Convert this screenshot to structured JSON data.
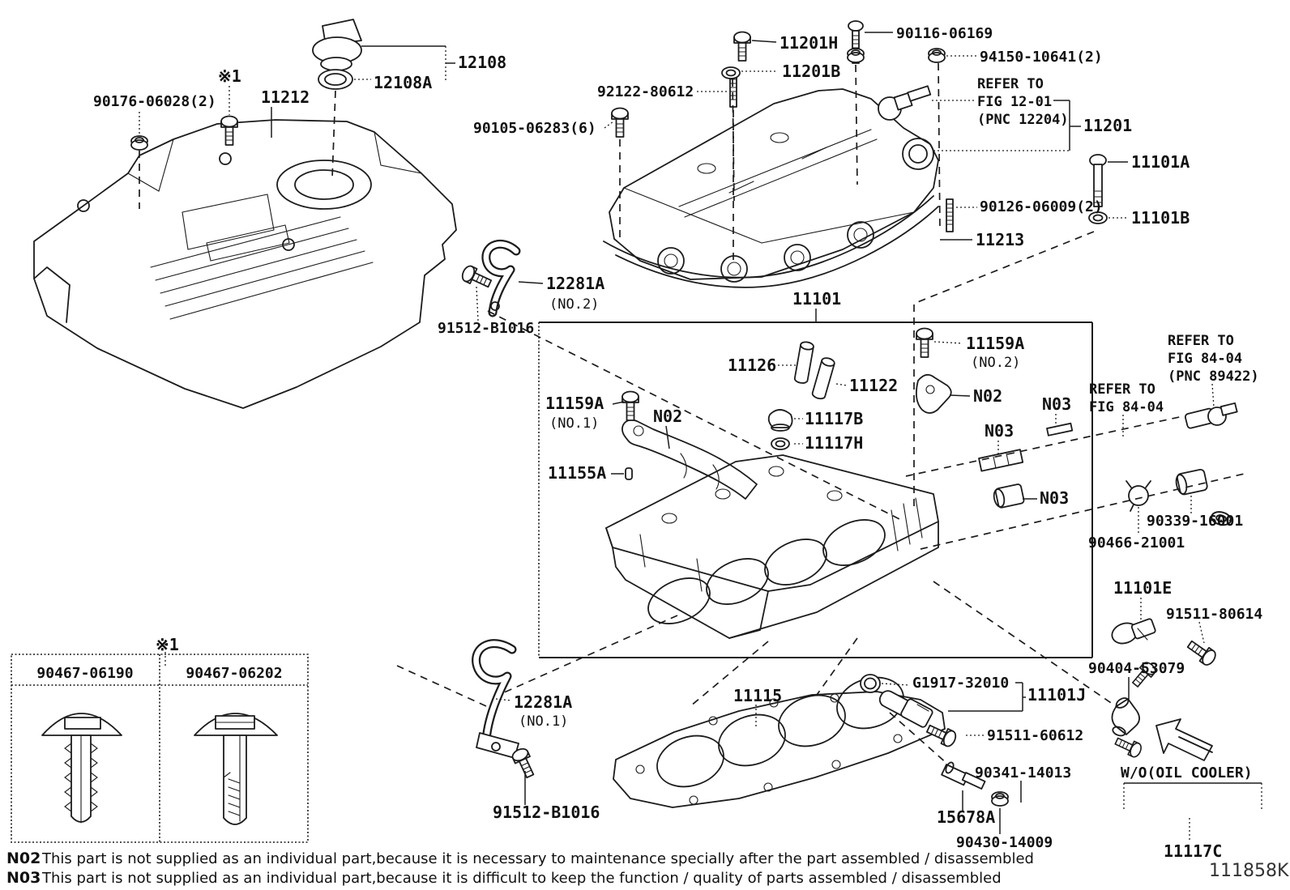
{
  "diagram": {
    "drawing_code": "111858K",
    "callouts": [
      {
        "text": "※1"
      },
      {
        "text": "90176-06028(2)"
      },
      {
        "text": "11212"
      },
      {
        "text": "12108"
      },
      {
        "text": "12108A"
      },
      {
        "text": "92122-80612"
      },
      {
        "text": "90105-06283(6)"
      },
      {
        "text": "11201H"
      },
      {
        "text": "11201B"
      },
      {
        "text": "90116-06169"
      },
      {
        "text": "94150-10641(2)"
      },
      {
        "text": "REFER TO"
      },
      {
        "text": "FIG 12-01"
      },
      {
        "text": "(PNC 12204)"
      },
      {
        "text": "11201"
      },
      {
        "text": "11101A"
      },
      {
        "text": "90126-06009(2)"
      },
      {
        "text": "11101B"
      },
      {
        "text": "11213"
      },
      {
        "text": "12281A"
      },
      {
        "text": "(NO.2)"
      },
      {
        "text": "91512-B1016"
      },
      {
        "text": "11101"
      },
      {
        "text": "11126"
      },
      {
        "text": "11122"
      },
      {
        "text": "11159A"
      },
      {
        "text": "(NO.2)"
      },
      {
        "text": "N02"
      },
      {
        "text": "N03"
      },
      {
        "text": "REFER TO"
      },
      {
        "text": "FIG 84-04"
      },
      {
        "text": "REFER TO"
      },
      {
        "text": "FIG 84-04"
      },
      {
        "text": "(PNC 89422)"
      },
      {
        "text": "11159A"
      },
      {
        "text": "(NO.1)"
      },
      {
        "text": "N02"
      },
      {
        "text": "11117B"
      },
      {
        "text": "11117H"
      },
      {
        "text": "11155A"
      },
      {
        "text": "N03"
      },
      {
        "text": "N03"
      },
      {
        "text": "90339-16001"
      },
      {
        "text": "90466-21001"
      },
      {
        "text": "11101E"
      },
      {
        "text": "91511-80614"
      },
      {
        "text": "90404-53079"
      },
      {
        "text": "G1917-32010"
      },
      {
        "text": "11101J"
      },
      {
        "text": "91511-60612"
      },
      {
        "text": "90341-14013"
      },
      {
        "text": "15678A"
      },
      {
        "text": "90430-14009"
      },
      {
        "text": "12281A"
      },
      {
        "text": "(NO.1)"
      },
      {
        "text": "11115"
      },
      {
        "text": "91512-B1016"
      },
      {
        "text": "W/O(OIL COOLER)"
      },
      {
        "text": "11117C"
      }
    ],
    "footnotes": [
      {
        "code": "N02",
        "text": "This part is not supplied as an individual part,because it is necessary to maintenance specially after the part assembled / disassembled"
      },
      {
        "code": "N03",
        "text": "This part is not supplied as an individual part,because it is difficult to keep the function / quality of parts assembled / disassembled"
      }
    ],
    "clip_table": {
      "marker": "※1",
      "col1": "90467-06190",
      "col2": "90467-06202"
    }
  }
}
